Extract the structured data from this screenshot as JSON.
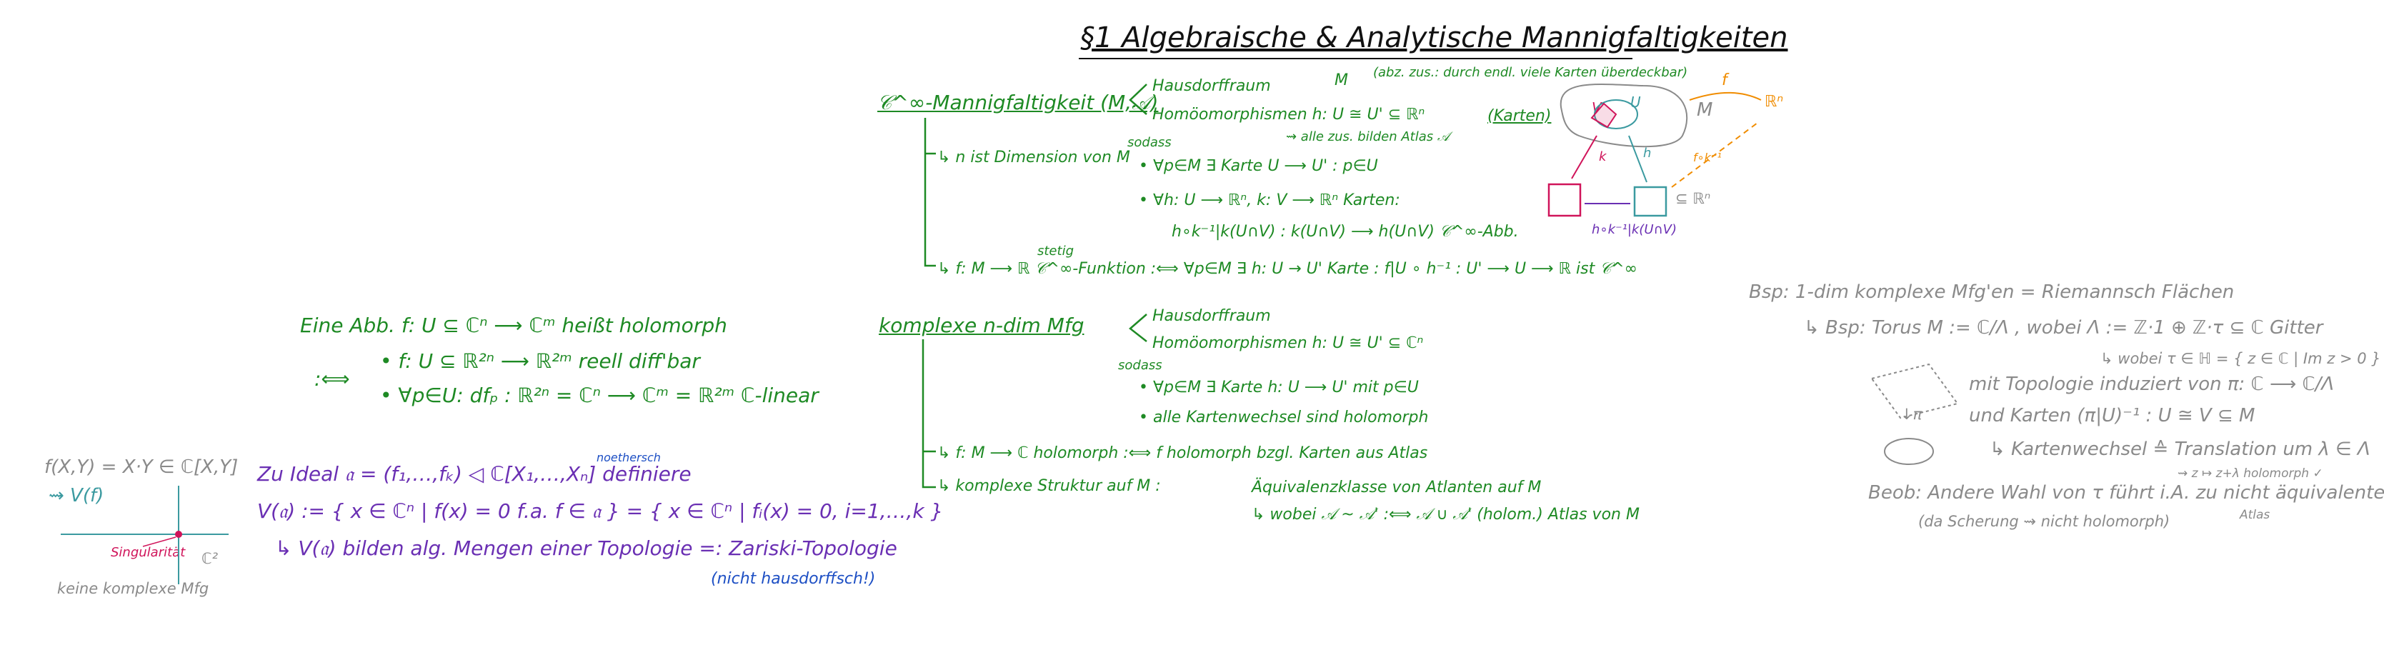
{
  "title": "§1 Algebraische & Analytische Mannigfaltigkeiten",
  "left": {
    "holo_def": "Eine Abb. f: U ⊆ ℂⁿ ⟶ ℂᵐ heißt holomorph",
    "iff": ":⟺",
    "cond1": "• f: U ⊆ ℝ²ⁿ ⟶ ℝ²ᵐ reell diff'bar",
    "cond2": "• ∀p∈U:  dfₚ : ℝ²ⁿ = ℂⁿ ⟶ ℂᵐ = ℝ²ᵐ  ℂ-linear",
    "ideal": "Zu Ideal 𝔞 = (f₁,…,fₖ) ◁ ℂ[X₁,…,Xₙ] definiere",
    "noether": "noethersch",
    "vdef": "V(𝔞) := { x ∈ ℂⁿ | f(x) = 0 f.a. f ∈ 𝔞 } = { x ∈ ℂⁿ | fᵢ(x) = 0, i=1,…,k }",
    "zariski": "↳ V(𝔞) bilden alg. Mengen einer Topologie =: Zariski-Topologie",
    "zariski_note": "(nicht hausdorffsch!)",
    "fxy": "f(X,Y) = X·Y ∈ ℂ[X,Y]",
    "vf": "⇝ V(f)",
    "singularity": "Singularität",
    "c2": "ℂ²",
    "keine": "keine komplexe Mfg"
  },
  "middle": {
    "cinf": "𝒞^∞-Mannigfaltigkeit (M,𝒜)",
    "hausdorff": "Hausdorffraum",
    "m_letter": "M",
    "abzahl": "(abz. zus.: durch endl. viele Karten überdeckbar)",
    "homeo": "Homöomorphismen h: U ≅ U' ⊆ ℝⁿ",
    "karten": "(Karten)",
    "atlas": "⇝ alle zus. bilden Atlas 𝒜",
    "sodass": "sodass",
    "n_ist": "↳ n ist Dimension von M",
    "forall1": "• ∀p∈M ∃ Karte U ⟶ U' :  p∈U",
    "forall2": "• ∀h: U ⟶ ℝⁿ, k: V ⟶ ℝⁿ  Karten:",
    "transition": "h∘k⁻¹|k(U∩V) : k(U∩V) ⟶ h(U∩V)  𝒞^∞-Abb.",
    "cfunc": "↳ f: M ⟶ ℝ  𝒞^∞-Funktion  :⟺ ∀p∈M ∃ h: U → U' Karte :  f|U ∘ h⁻¹ : U' ⟶ U ⟶ ℝ  ist 𝒞^∞",
    "stetig": "stetig",
    "komplexe": "komplexe n-dim Mfg",
    "hausdorff2": "Hausdorffraum",
    "homeo2": "Homöomorphismen h: U ≅ U' ⊆ ℂⁿ",
    "sodass2": "sodass",
    "forall3": "• ∀p∈M ∃ Karte h: U ⟶ U' mit p∈U",
    "alle": "• alle Kartenwechsel sind holomorph",
    "fholo": "↳ f: M ⟶ ℂ holomorph :⟺ f holomorph bzgl. Karten aus Atlas",
    "struktur": "↳ komplexe Struktur auf M :",
    "aequi": "Äquivalenzklasse von Atlanten auf M",
    "wobei": "↳ wobei 𝒜 ~ 𝒜' :⟺ 𝒜 ∪ 𝒜' (holom.) Atlas von M"
  },
  "diagram": {
    "m_label": "M",
    "u_label": "U",
    "v_label": "V",
    "rn_label": "ℝⁿ",
    "f_label": "f",
    "h_label": "h",
    "k_label": "k",
    "fk_label": "f∘k⁻¹",
    "sub_rn": "⊆ ℝⁿ",
    "hk_label": "h∘k⁻¹|k(U∩V)"
  },
  "right": {
    "bsp": "Bsp: 1-dim komplexe Mfg'en = Riemannsch Flächen",
    "torus": "↳ Bsp: Torus M := ℂ/Λ , wobei Λ := ℤ·1 ⊕ ℤ·τ ⊆ ℂ Gitter",
    "wobei_tau": "↳ wobei τ ∈ ℍ = { z ∈ ℂ | Im z > 0 }",
    "topologie": "mit Topologie induziert von π: ℂ ⟶ ℂ/Λ",
    "karten_pi": "und Karten (π|U)⁻¹ : U ≅ V ⊆ M",
    "kw": "↳ Kartenwechsel ≙ Translation um λ ∈ Λ",
    "tau_map": "⇝ z ↦ z+λ holomorph ✓",
    "pi": "↓π",
    "beob": "Beob: Andere Wahl von τ führt i.A. zu nicht äquivalenten",
    "scherung": "(da Scherung ⇝ nicht holomorph)",
    "atlas": "Atlas"
  },
  "colors": {
    "green": "#1e8a24",
    "purple": "#6a2fb3",
    "blue": "#1d4fc4",
    "teal": "#3b9aa0",
    "red": "#d0145a",
    "orange": "#f08c00",
    "gray": "#8a8a8a"
  }
}
